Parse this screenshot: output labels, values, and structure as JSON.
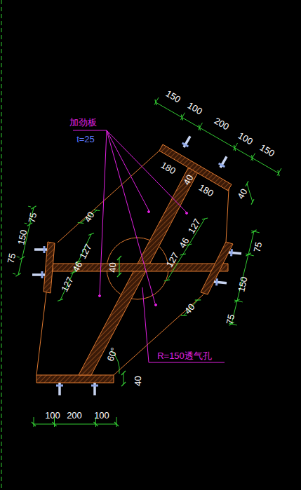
{
  "diagram": {
    "labels": [
      "加劲板",
      "t=25",
      "150",
      "100",
      "200",
      "100",
      "150",
      "180",
      "40",
      "180",
      "40",
      "75",
      "150",
      "75",
      "40",
      "127",
      "46",
      "127",
      "40",
      "127",
      "46",
      "127",
      "75",
      "150",
      "75",
      "40",
      "R=150透气孔",
      "60°",
      "40",
      "100",
      "200",
      "100"
    ]
  }
}
